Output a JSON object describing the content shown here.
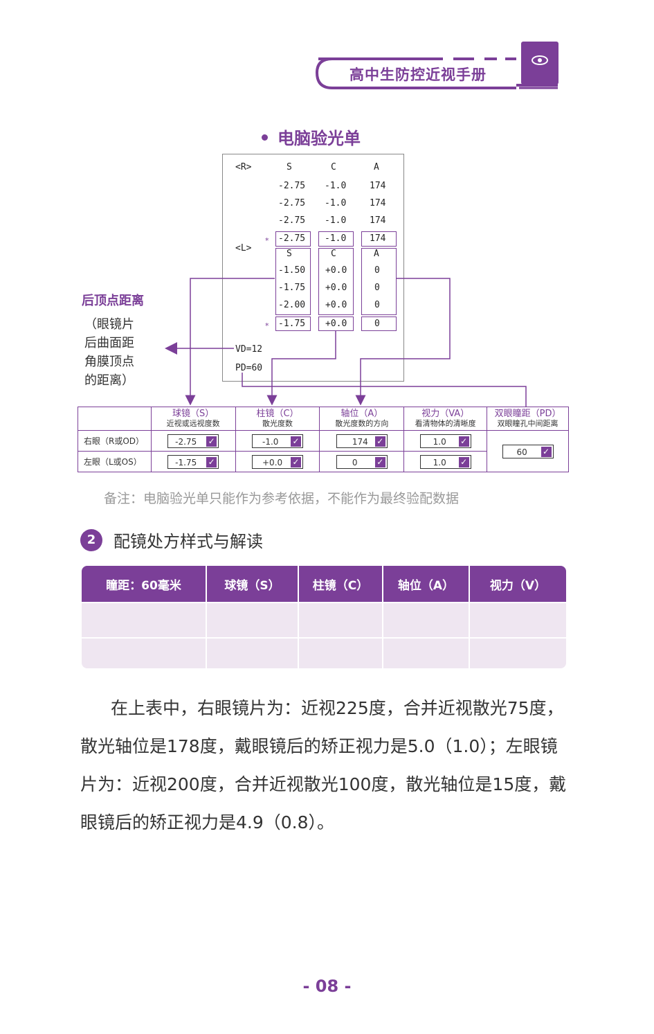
{
  "header": {
    "title": "高中生防控近视手册"
  },
  "section1": {
    "title": "电脑验光单"
  },
  "receipt": {
    "r_label": "<R>",
    "l_label": "<L>",
    "col_s": "S",
    "col_c": "C",
    "col_a": "A",
    "r_rows": [
      [
        "-2.75",
        "-1.0",
        "174"
      ],
      [
        "-2.75",
        "-1.0",
        "174"
      ],
      [
        "-2.75",
        "-1.0",
        "174"
      ]
    ],
    "r_avg": [
      "-2.75",
      "-1.0",
      "174"
    ],
    "l_rows": [
      [
        "-1.50",
        "+0.0",
        "0"
      ],
      [
        "-1.75",
        "+0.0",
        "0"
      ],
      [
        "-2.00",
        "+0.0",
        "0"
      ]
    ],
    "l_avg": [
      "-1.75",
      "+0.0",
      "0"
    ],
    "star": "*",
    "vd": "VD=12",
    "pd": "PD=60"
  },
  "annotation": {
    "title": "后顶点距离",
    "lines": [
      "（眼镜片",
      "后曲面距",
      "角膜顶点",
      "的距离）"
    ]
  },
  "table1": {
    "headers": [
      {
        "title": "球镜（S）",
        "sub": "近视或远视度数"
      },
      {
        "title": "柱镜（C）",
        "sub": "散光度数"
      },
      {
        "title": "轴位（A）",
        "sub": "散光度数的方向"
      },
      {
        "title": "视力（VA）",
        "sub": "看清物体的清晰度"
      },
      {
        "title": "双眼瞳距（PD）",
        "sub": "双眼瞳孔中间距离"
      }
    ],
    "right_eye": {
      "label": "右眼（R或OD）",
      "s": "-2.75",
      "c": "-1.0",
      "a": "174",
      "va": "1.0"
    },
    "left_eye": {
      "label": "左眼（L或OS）",
      "s": "-1.75",
      "c": "+0.0",
      "a": "0",
      "va": "1.0"
    },
    "pd": "60",
    "check": "✓"
  },
  "note": "备注：电脑验光单只能作为参考依据，不能作为最终验配数据",
  "section2": {
    "num": "2",
    "title": "配镜处方样式与解读"
  },
  "table2": {
    "headers": [
      "瞳距：60毫米",
      "球镜（S）",
      "柱镜（C）",
      "轴位（A）",
      "视力（V）"
    ]
  },
  "paragraph": "在上表中，右眼镜片为：近视225度，合并近视散光75度，散光轴位是178度，戴眼镜后的矫正视力是5.0（1.0）；左眼镜片为：近视200度，合并近视散光100度，散光轴位是15度，戴眼镜后的矫正视力是4.9（0.8）。",
  "page_number": "- 08 -"
}
